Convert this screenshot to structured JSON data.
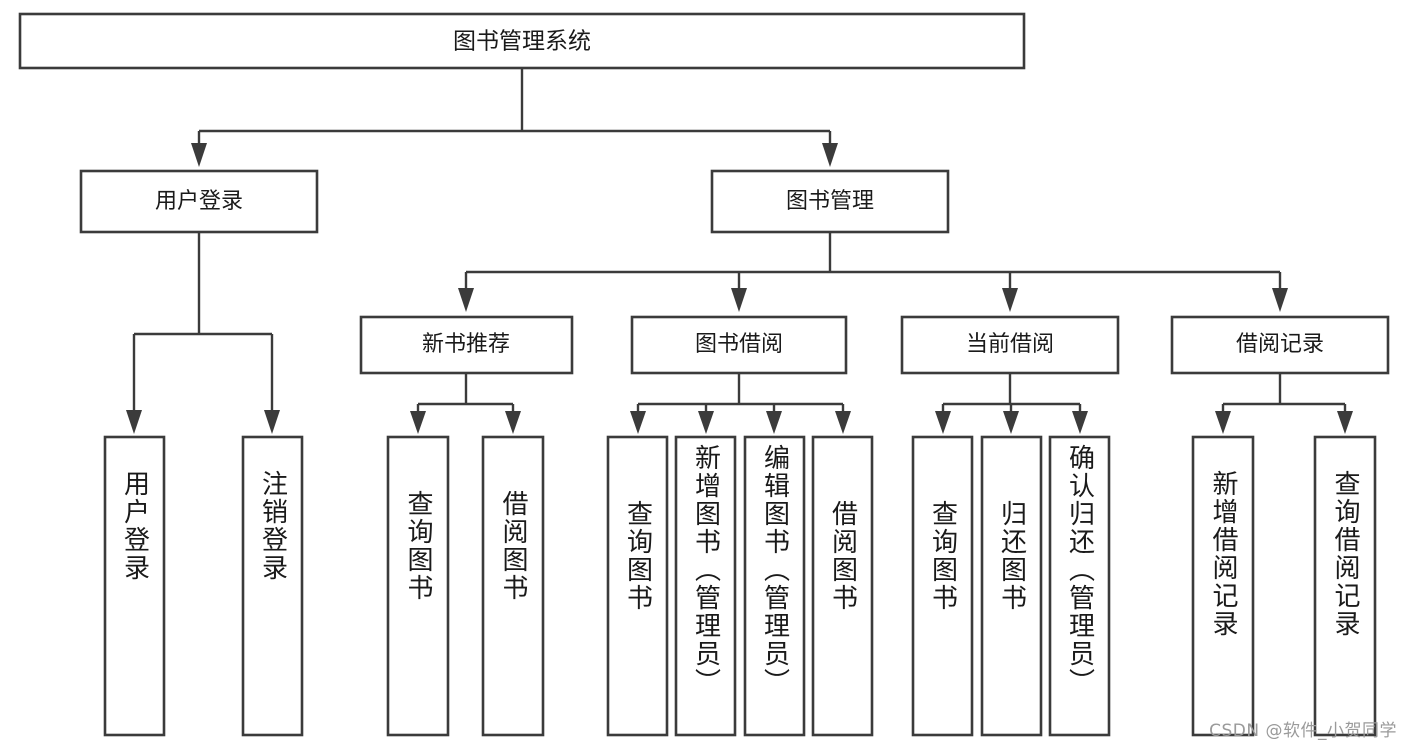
{
  "diagram": {
    "type": "tree",
    "title": "图书管理系统",
    "root": {
      "label": "图书管理系统"
    },
    "level1": [
      {
        "label": "用户登录"
      },
      {
        "label": "图书管理"
      }
    ],
    "level2": [
      {
        "label": "新书推荐"
      },
      {
        "label": "图书借阅"
      },
      {
        "label": "当前借阅"
      },
      {
        "label": "借阅记录"
      }
    ],
    "leaves": {
      "user_login": [
        {
          "label": "用户登录"
        },
        {
          "label": "注销登录"
        }
      ],
      "new_book_recommend": [
        {
          "label": "查询图书"
        },
        {
          "label": "借阅图书"
        }
      ],
      "book_borrow": [
        {
          "label": "查询图书"
        },
        {
          "label": "新增图书（管理员）"
        },
        {
          "label": "编辑图书（管理员）"
        },
        {
          "label": "借阅图书"
        }
      ],
      "current_borrow": [
        {
          "label": "查询图书"
        },
        {
          "label": "归还图书"
        },
        {
          "label": "确认归还（管理员）"
        }
      ],
      "borrow_record": [
        {
          "label": "新增借阅记录"
        },
        {
          "label": "查询借阅记录"
        }
      ]
    }
  },
  "watermark": {
    "text": "CSDN @软件_小贺同学"
  },
  "colors": {
    "stroke": "#3b3b3b",
    "text": "#1a1a1a",
    "background": "#ffffff",
    "watermark": "#9a9a9a"
  }
}
